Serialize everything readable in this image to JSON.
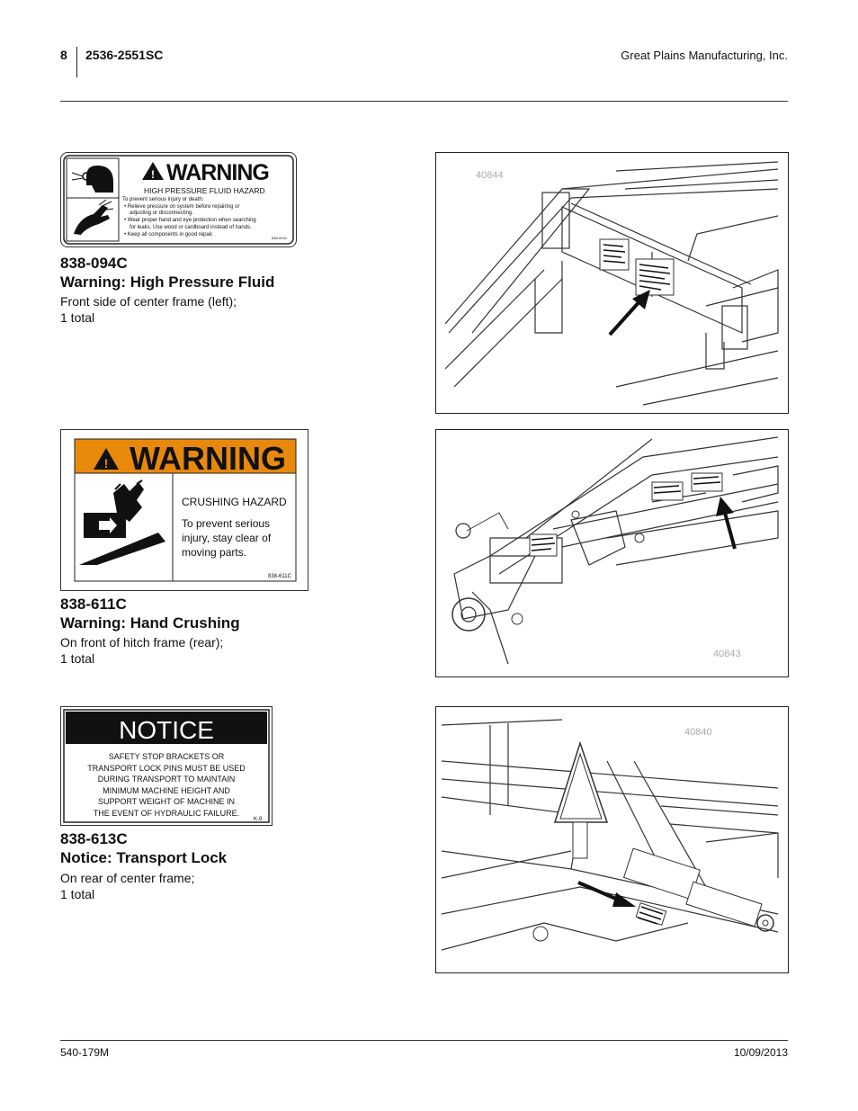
{
  "header": {
    "page_number": "8",
    "model": "2536-2551SC",
    "company": "Great Plains Manufacturing, Inc."
  },
  "decals": [
    {
      "part_number": "838-094C",
      "title": "Warning: High Pressure Fluid",
      "description_line1": "Front side of center frame (left);",
      "description_line2": "1 total",
      "label": {
        "heading": "WARNING",
        "hazard": "HIGH PRESSURE FLUID HAZARD",
        "lines": [
          "To prevent serious injury or death:",
          "• Relieve pressure on system before repairing or",
          "adjusting or disconnecting.",
          "• Wear proper hand and eye protection when searching",
          "for leaks. Use wood or cardboard instead of hands.",
          "• Keep all components in good repair."
        ],
        "code": "838-094C"
      },
      "figure_number": "40844"
    },
    {
      "part_number": "838-611C",
      "title": "Warning: Hand Crushing",
      "description_line1": "On front of hitch frame (rear);",
      "description_line2": "1 total",
      "label": {
        "heading": "WARNING",
        "hazard": "CRUSHING HAZARD",
        "lines": [
          "To prevent serious",
          "injury, stay clear of",
          "moving parts."
        ],
        "code": "838-611C"
      },
      "figure_number": "40843"
    },
    {
      "part_number": "838-613C",
      "title": "Notice: Transport Lock",
      "description_line1": "On rear of center frame;",
      "description_line2": "1 total",
      "label": {
        "heading": "NOTICE",
        "lines": [
          "SAFETY STOP BRACKETS OR",
          "TRANSPORT LOCK PINS MUST BE USED",
          "DURING TRANSPORT TO MAINTAIN",
          "MINIMUM MACHINE HEIGHT AND",
          "SUPPORT WEIGHT OF MACHINE IN",
          "THE EVENT OF HYDRAULIC FAILURE."
        ],
        "code": "K-9"
      },
      "figure_number": "40840"
    }
  ],
  "footer": {
    "doc_number": "540-179M",
    "date": "10/09/2013"
  },
  "colors": {
    "warning_orange": "#E8890C",
    "notice_black": "#111111"
  }
}
